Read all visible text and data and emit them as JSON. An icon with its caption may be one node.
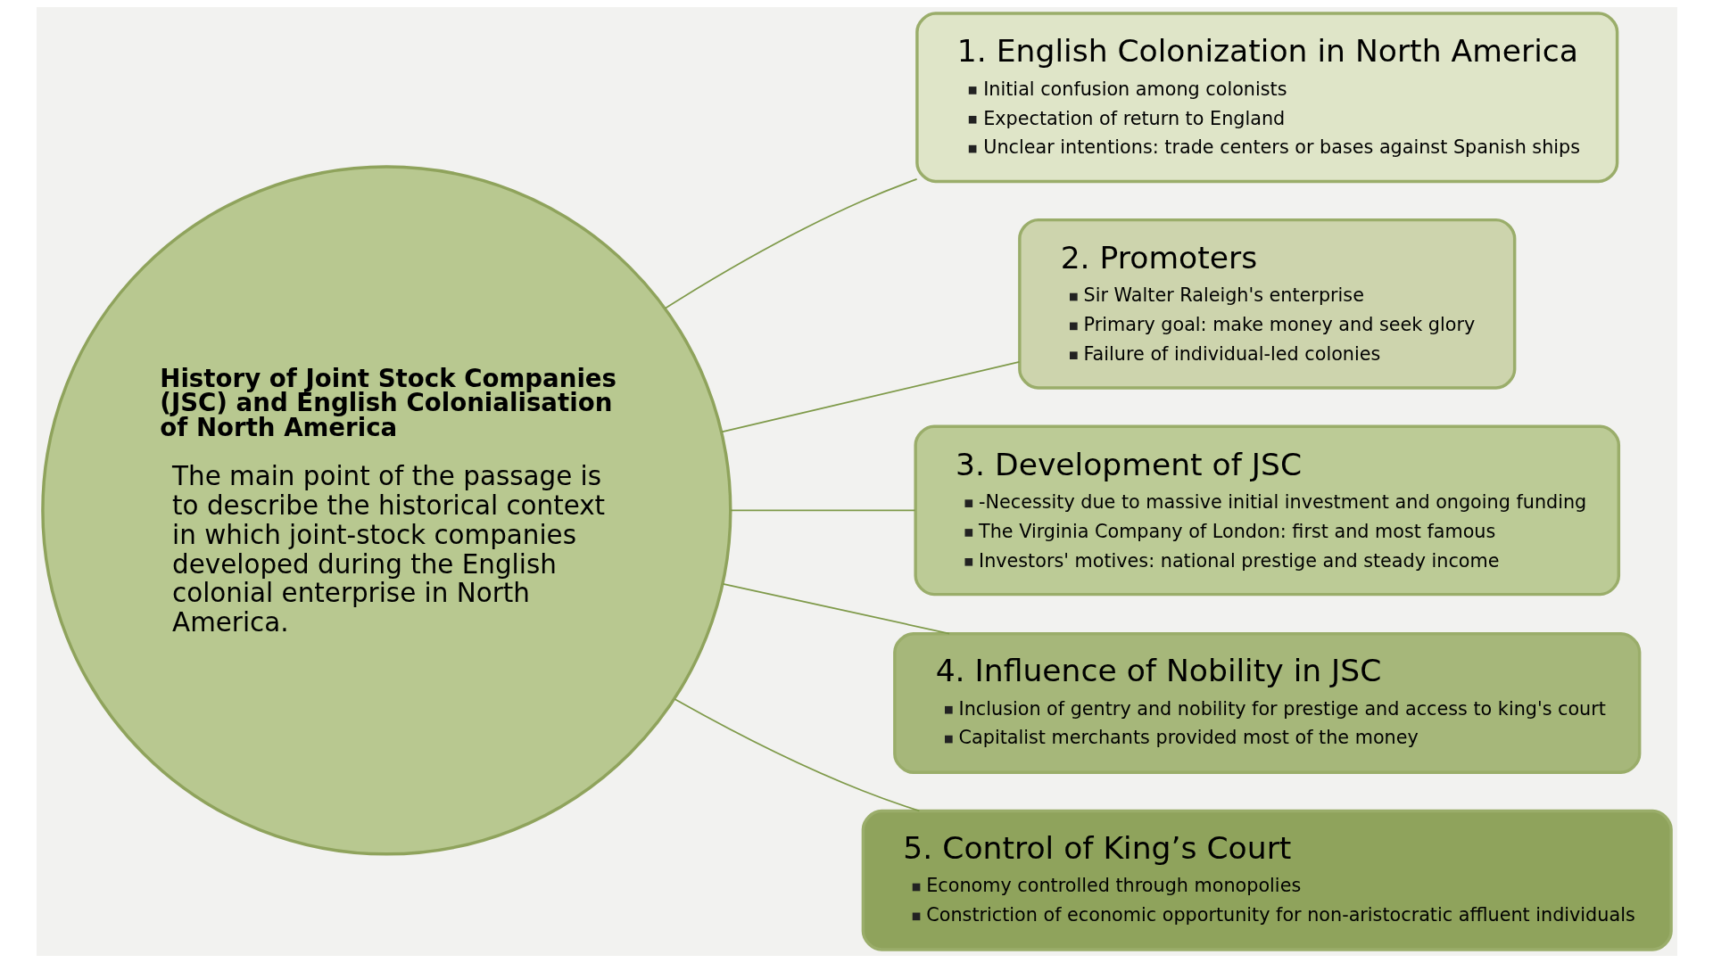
{
  "diagram": {
    "nodes": [
      {
        "text": [
          "History of Joint Stock Companies (JSC) and English Colonialisation of North America",
          "The main point of the passage is to describe the historical context in which joint-stock companies developed during the English colonial enterprise in North America."
        ]
      },
      {
        "text": [
          "1. English Colonization in North America",
          "Initial confusion among colonists",
          "Expectation of return to England",
          "Unclear intentions: trade centers or bases against Spanish ships"
        ]
      },
      {
        "text": [
          "2. Promoters",
          "Sir Walter Raleigh's enterprise",
          "Primary goal: make money and seek glory",
          "Failure of individual-led colonies"
        ]
      },
      {
        "text": [
          "3. Development of JSC",
          "-Necessity due to massive initial investment and ongoing funding",
          "The Virginia Company of London: first and most famous",
          "Investors' motives: national prestige and steady income"
        ]
      },
      {
        "text": [
          "4. Influence of Nobility in JSC",
          "Inclusion of gentry and nobility for prestige and access to king's court",
          "Capitalist merchants provided most of the money"
        ]
      },
      {
        "text": [
          "5. Control of King’s Court",
          "Economy controlled through monopolies",
          "Constriction of economic opportunity for non-aristocratic affluent individuals"
        ]
      }
    ],
    "edges": [
      {
        "from": 0,
        "to": 1,
        "arrow": "none"
      },
      {
        "from": 0,
        "to": 2,
        "arrow": "none"
      },
      {
        "from": 0,
        "to": 3,
        "arrow": "none"
      },
      {
        "from": 0,
        "to": 4,
        "arrow": "none"
      },
      {
        "from": 0,
        "to": 5,
        "arrow": "none"
      }
    ]
  }
}
